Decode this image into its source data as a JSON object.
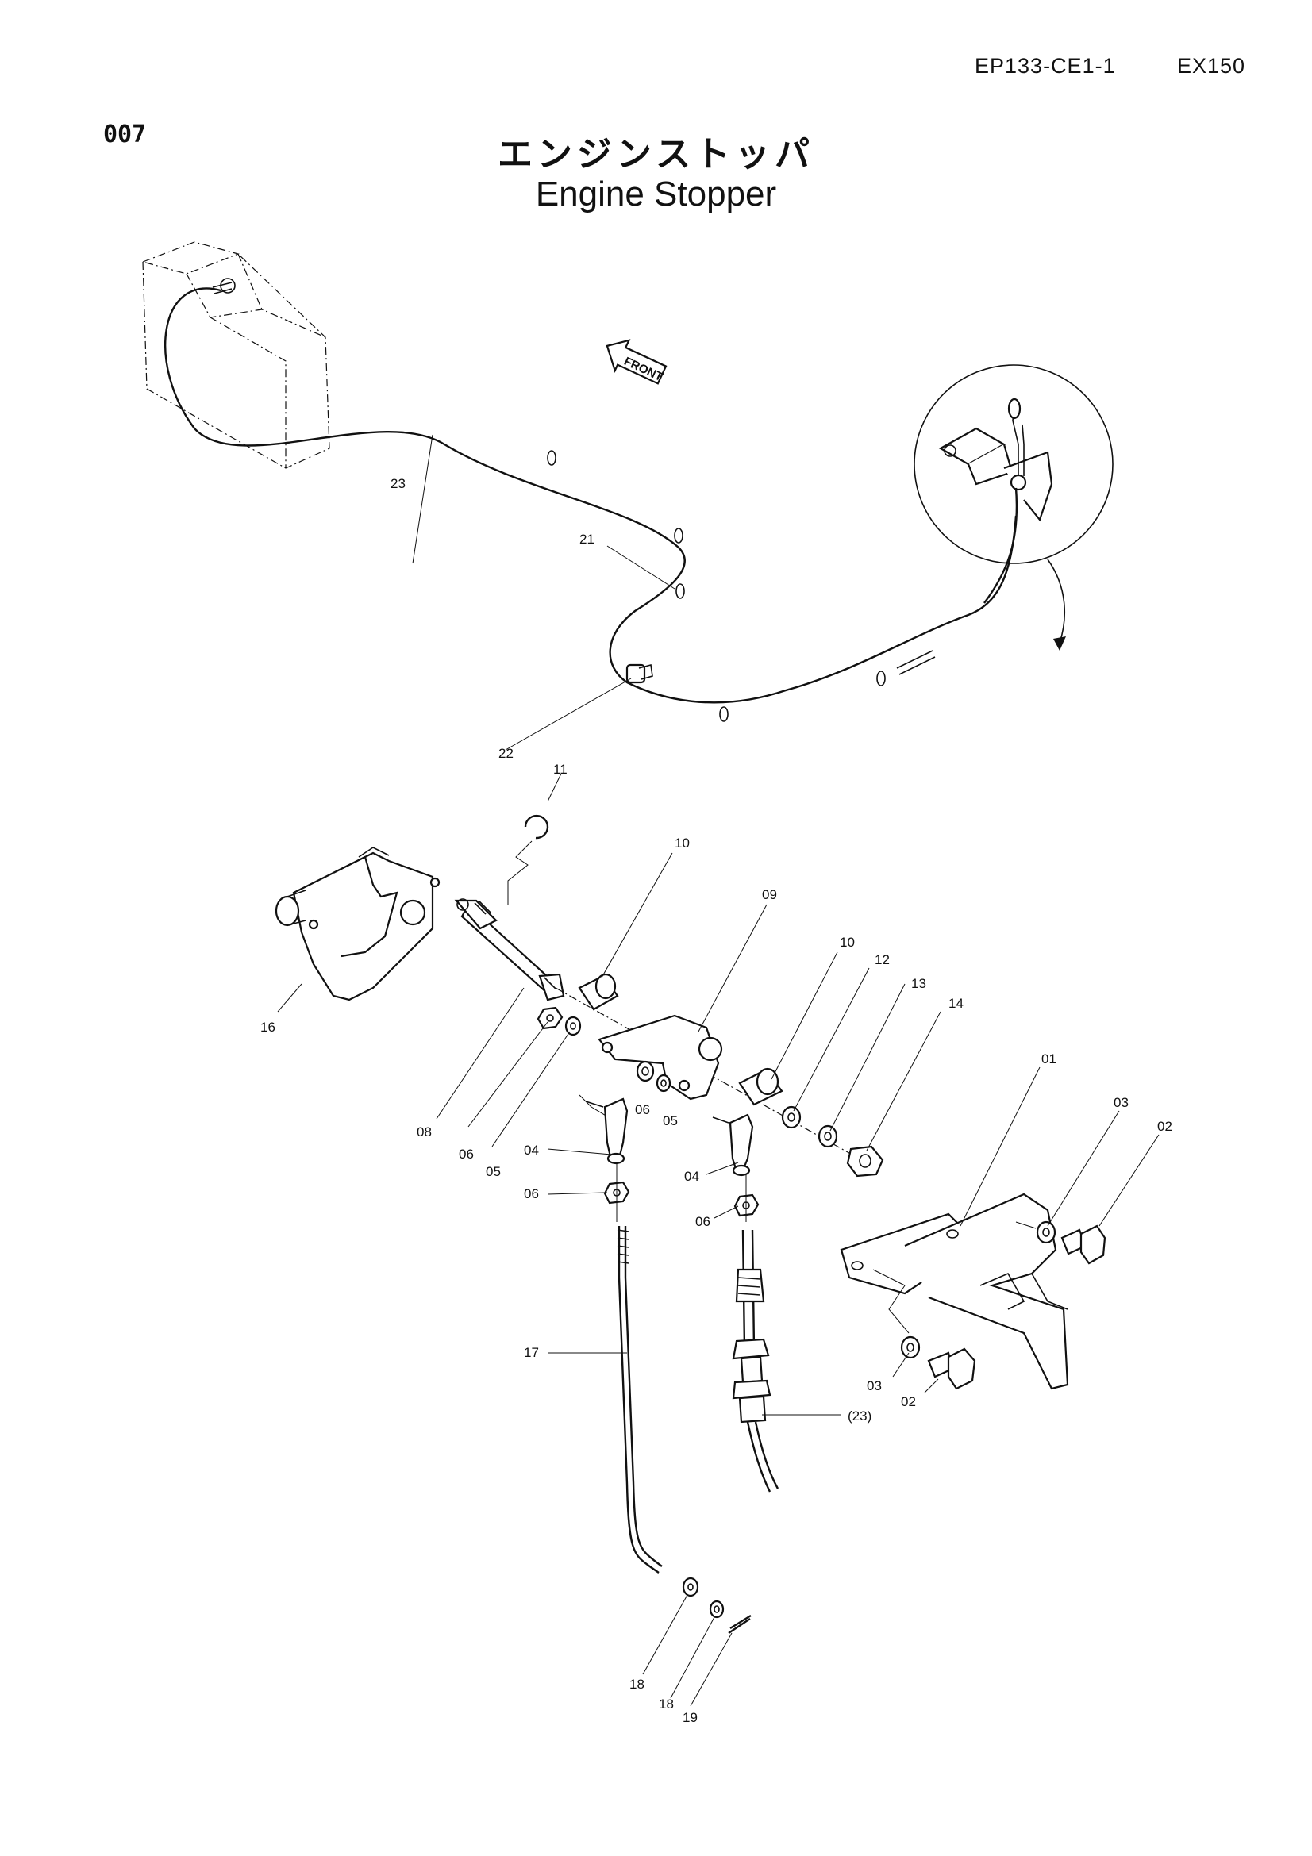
{
  "header": {
    "doc_code": "EP133-CE1-1",
    "model": "EX150",
    "page_number": "007"
  },
  "title": {
    "japanese": "エンジンストッパ",
    "english": "Engine Stopper"
  },
  "front_marker": "FRONT",
  "labels": {
    "p01": "01",
    "p02a": "02",
    "p02b": "02",
    "p03a": "03",
    "p03b": "03",
    "p04a": "04",
    "p04b": "04",
    "p05a": "05",
    "p05b": "05",
    "p06a": "06",
    "p06b": "06",
    "p06c": "06",
    "p06d": "06",
    "p08": "08",
    "p09": "09",
    "p10a": "10",
    "p10b": "10",
    "p11": "11",
    "p12": "12",
    "p13": "13",
    "p14": "14",
    "p16": "16",
    "p17": "17",
    "p18a": "18",
    "p18b": "18",
    "p19": "19",
    "p21": "21",
    "p22": "22",
    "p23": "23",
    "p23ref": "(23)"
  }
}
